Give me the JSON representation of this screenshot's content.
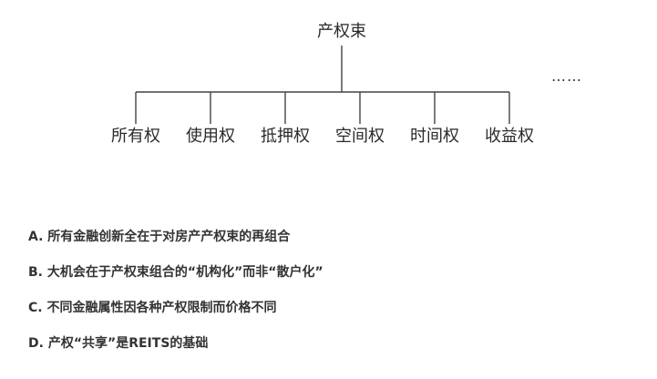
{
  "diagram": {
    "root": "产权束",
    "children": [
      "所有权",
      "使用权",
      "抵押权",
      "空间权",
      "时间权",
      "收益权"
    ],
    "ellipsis": "……",
    "line_color": "#444444"
  },
  "options": [
    {
      "text": "A. 所有金融创新全在于对房产产权束的再组合"
    },
    {
      "text": "B. 大机会在于产权束组合的“机构化”而非“散户化”"
    },
    {
      "text": "C. 不同金融属性因各种产权限制而价格不同"
    },
    {
      "text": "D. 产权“共享”是REITS的基础"
    }
  ]
}
